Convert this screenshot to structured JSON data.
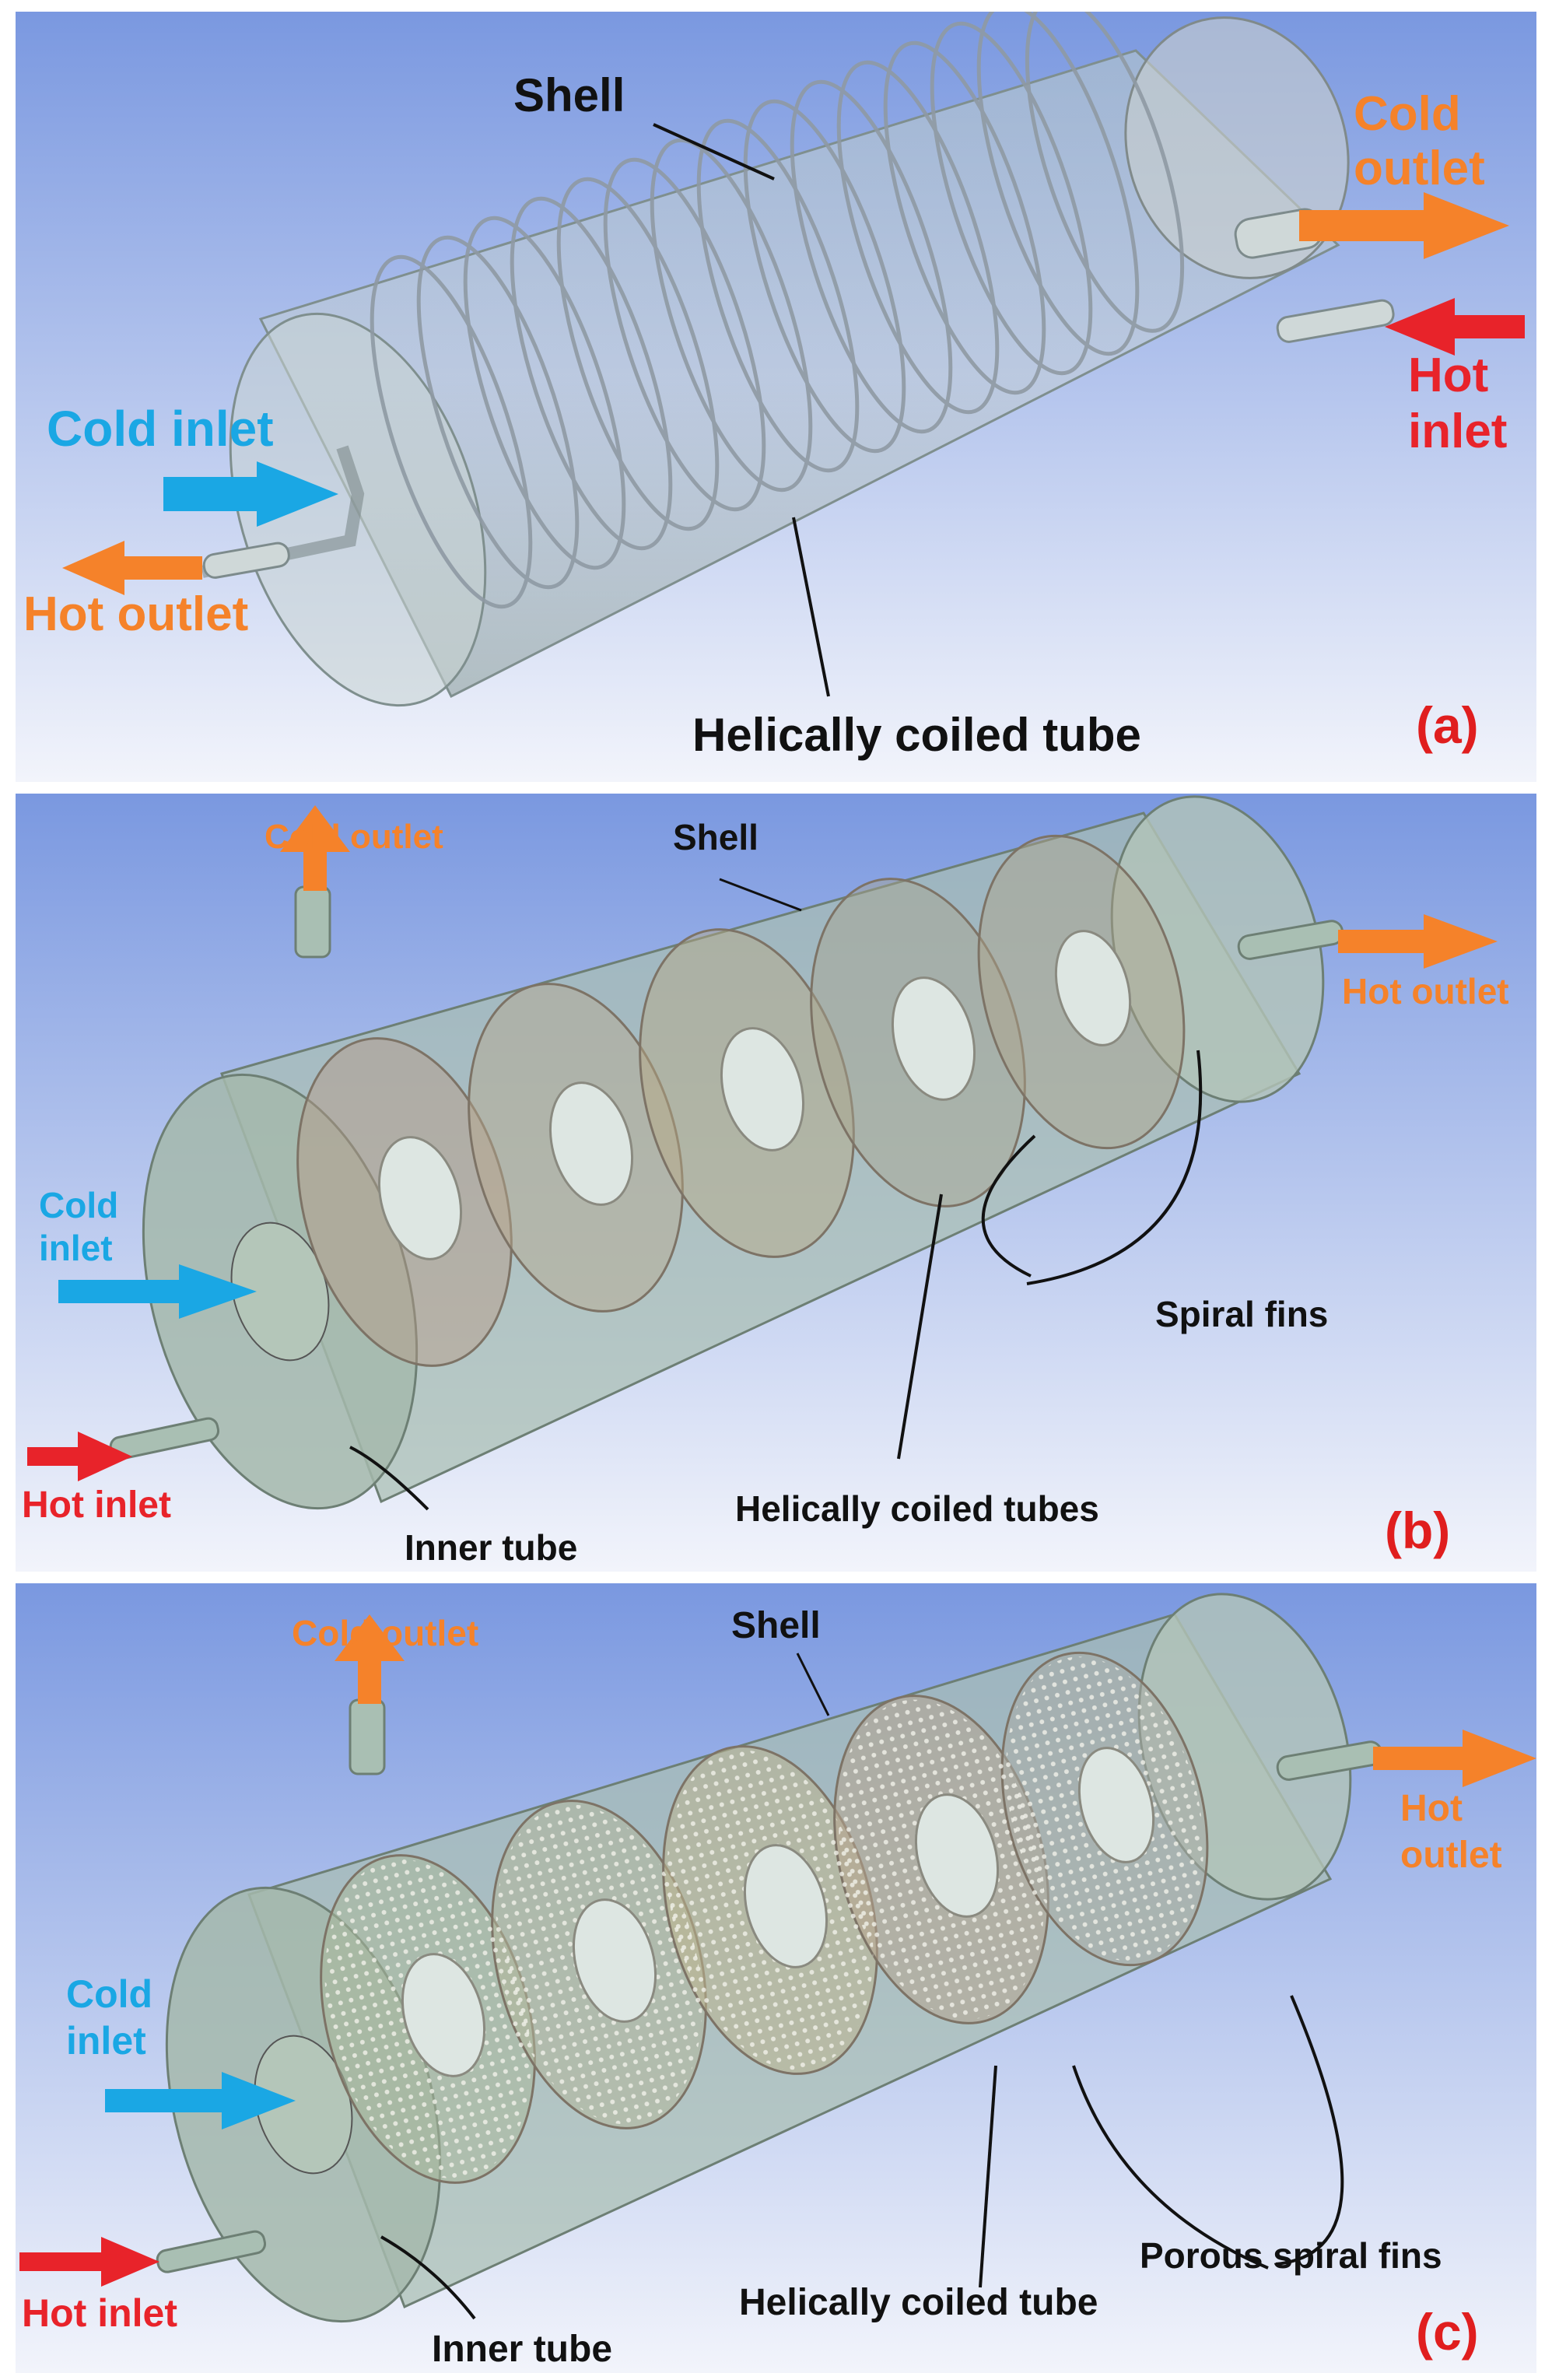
{
  "colors": {
    "background_top": "#7a98e0",
    "background_bottom": "#f2f4fb",
    "cold_arrow": "#1aa7e4",
    "cold_outlet_arrow": "#f5822a",
    "hot_arrow": "#e8232a",
    "hot_outlet_label": "#f5822a",
    "panel_letter": "#e01e1e",
    "annotation": "#111111"
  },
  "panel_a": {
    "shell": "Shell",
    "cold_outlet_1": "Cold",
    "cold_outlet_2": "outlet",
    "hot_inlet_1": "Hot",
    "hot_inlet_2": "inlet",
    "cold_inlet": "Cold inlet",
    "hot_outlet": "Hot outlet",
    "coil": "Helically coiled tube",
    "letter": "(a)"
  },
  "panel_b": {
    "cold_outlet": "Cold outlet",
    "shell": "Shell",
    "hot_outlet": "Hot outlet",
    "cold_inlet_1": "Cold",
    "cold_inlet_2": "inlet",
    "hot_inlet": "Hot inlet",
    "spiral_fins": "Spiral fins",
    "coils": "Helically coiled tubes",
    "inner_tube": "Inner tube",
    "letter": "(b)"
  },
  "panel_c": {
    "cold_outlet": "Cold outlet",
    "shell": "Shell",
    "hot_outlet_1": "Hot",
    "hot_outlet_2": "outlet",
    "cold_inlet_1": "Cold",
    "cold_inlet_2": "inlet",
    "hot_inlet": "Hot inlet",
    "porous_fins": "Porous spiral fins",
    "coil": "Helically coiled tube",
    "inner_tube": "Inner tube",
    "letter": "(c)"
  }
}
